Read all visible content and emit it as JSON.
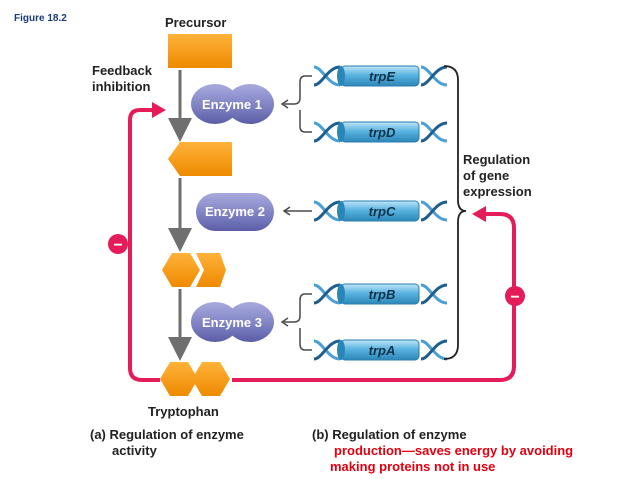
{
  "figure_label": "Figure 18.2",
  "labels": {
    "precursor": "Precursor",
    "feedback_line1": "Feedback",
    "feedback_line2": "inhibition",
    "tryptophan": "Tryptophan",
    "regulation_line1": "Regulation",
    "regulation_line2": "of gene",
    "regulation_line3": "expression"
  },
  "enzymes": [
    "Enzyme 1",
    "Enzyme 2",
    "Enzyme 3"
  ],
  "genes": [
    "trpE",
    "trpD",
    "trpC",
    "trpB",
    "trpA"
  ],
  "captions": {
    "a_line1": "(a) Regulation of enzyme",
    "a_line2": "activity",
    "b_line1": "(b) Regulation of enzyme",
    "b_line2": "production—saves energy by avoiding",
    "b_line3": "making proteins not in use"
  },
  "inhibition_symbol": "−",
  "colors": {
    "substrate": "#f59a12",
    "enzyme": "#7f82c3",
    "gene_cylinder": "#5ab4e0",
    "feedback_arrow": "#e51c5a",
    "highlight_text": "#e3000f"
  }
}
